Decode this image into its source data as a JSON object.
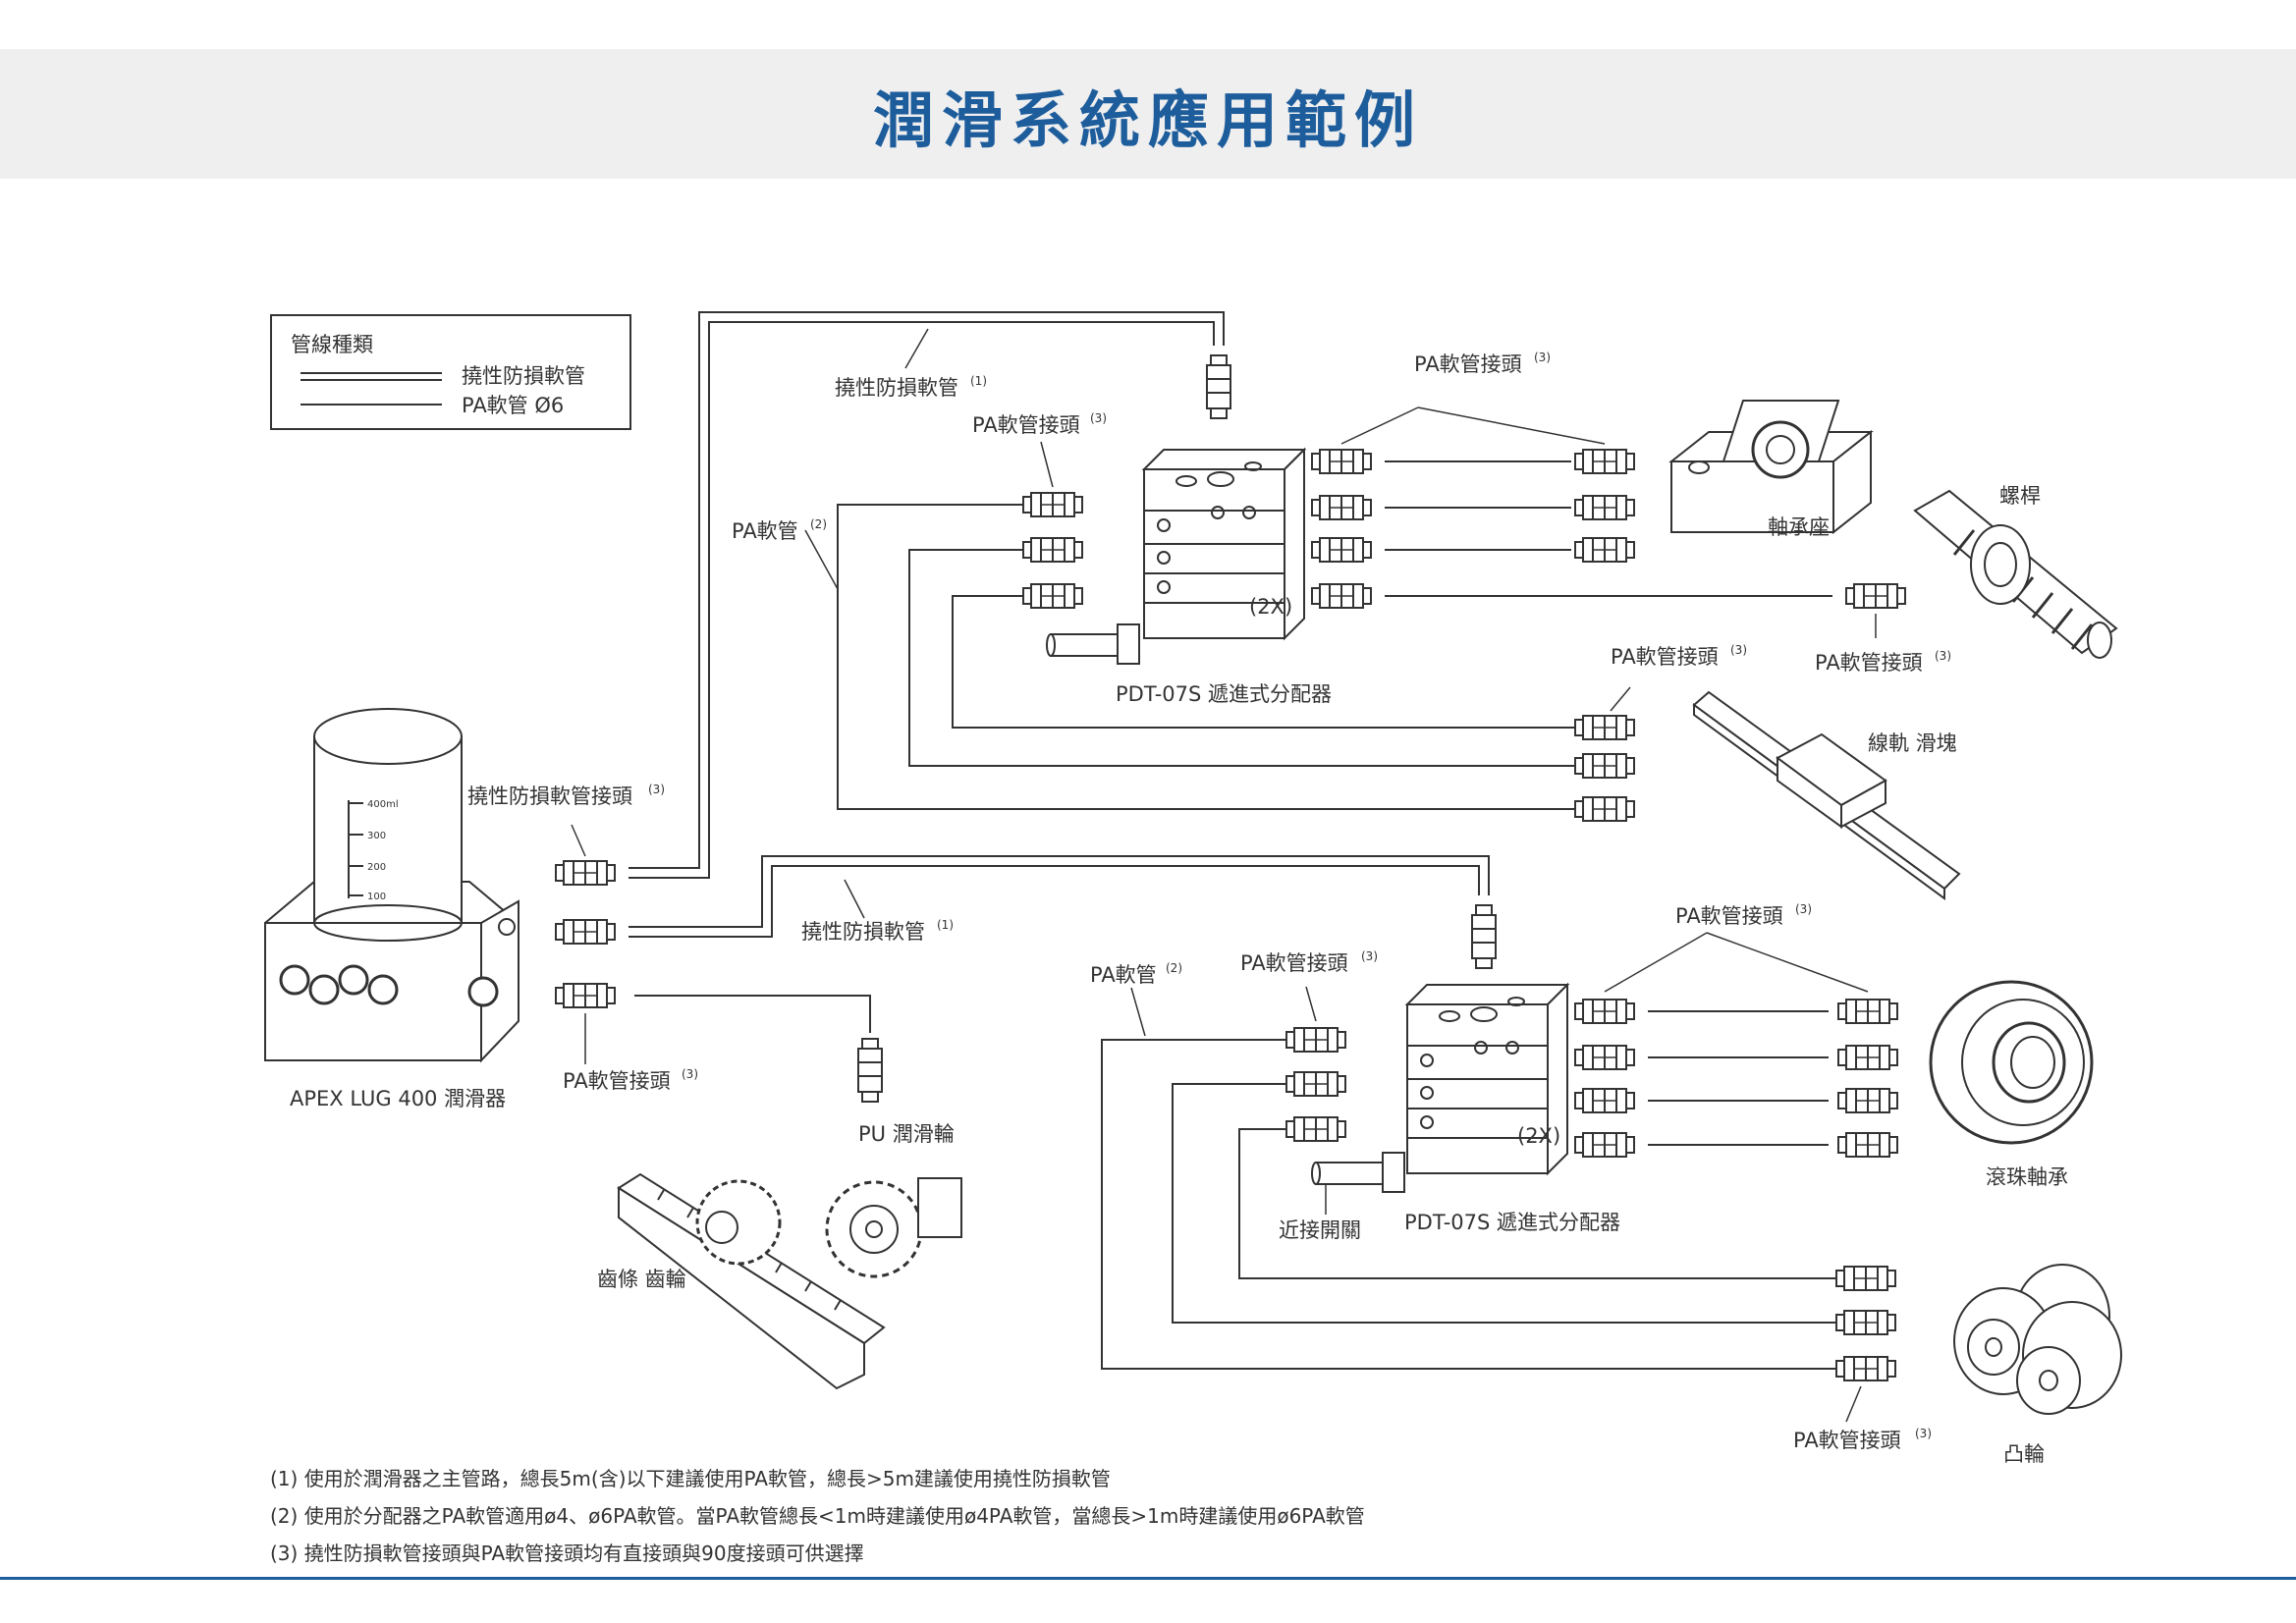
{
  "title": "潤滑系統應用範例",
  "legend": {
    "heading": "管線種類",
    "double_line": "撓性防損軟管",
    "single_line": "PA軟管 Ø6"
  },
  "labels": {
    "flex_hose_top": "撓性防損軟管",
    "pa_joint_top_left": "PA軟管接頭",
    "pa_joint_top_right": "PA軟管接頭",
    "pa_hose_upper": "PA軟管",
    "divider_upper": "PDT-07S 遞進式分配器",
    "divider_upper_count": "(2X)",
    "pa_joint_mid": "PA軟管接頭",
    "pa_joint_screw": "PA軟管接頭",
    "bearing_block": "軸承座",
    "screw": "螺桿",
    "linear_rail": "線軌 滑塊",
    "flex_joint": "撓性防損軟管接頭",
    "flex_hose_mid": "撓性防損軟管",
    "pump": "APEX LUG 400 潤滑器",
    "pa_joint_pump": "PA軟管接頭",
    "pu_wheel": "PU 潤滑輪",
    "pa_hose_lower": "PA軟管",
    "pa_joint_lower_left": "PA軟管接頭",
    "pa_joint_lower_right": "PA軟管接頭",
    "divider_lower": "PDT-07S 遞進式分配器",
    "divider_lower_count": "(2X)",
    "proximity_switch": "近接開關",
    "ball_bearing": "滾珠軸承",
    "rack_gear": "齒條 齒輪",
    "pa_joint_bottom": "PA軟管接頭",
    "cam": "凸輪"
  },
  "superscripts": {
    "flex_hose_top": "(1)",
    "pa_joint_top_left": "(3)",
    "pa_joint_top_right": "(3)",
    "pa_hose_upper": "(2)",
    "pa_joint_mid": "(3)",
    "pa_joint_screw": "(3)",
    "flex_joint": "(3)",
    "flex_hose_mid": "(1)",
    "pa_joint_pump": "(3)",
    "pa_hose_lower": "(2)",
    "pa_joint_lower_left": "(3)",
    "pa_joint_lower_right": "(3)",
    "pa_joint_bottom": "(3)"
  },
  "tank_scale": [
    "400ml",
    "300",
    "200",
    "100"
  ],
  "notes": [
    "(1) 使用於潤滑器之主管路，總長5m(含)以下建議使用PA軟管，總長>5m建議使用撓性防損軟管",
    "(2) 使用於分配器之PA軟管適用ø4、ø6PA軟管。當PA軟管總長<1m時建議使用ø4PA軟管，當總長>1m時建議使用ø6PA軟管",
    "(3) 撓性防損軟管接頭與PA軟管接頭均有直接頭與90度接頭可供選擇"
  ],
  "colors": {
    "title": "#1e5d9c",
    "title_bar": "#efefef",
    "line": "#333333",
    "rule": "#1e5d9c"
  }
}
